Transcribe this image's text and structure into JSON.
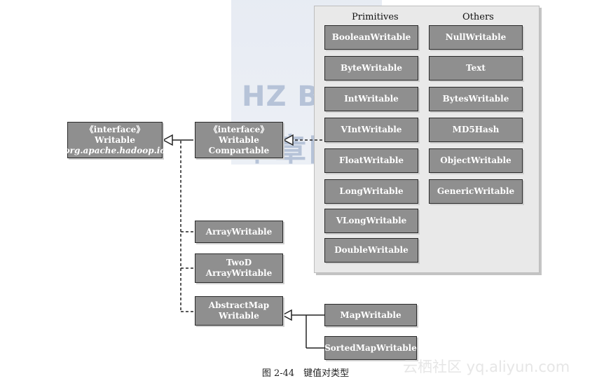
{
  "watermark": {
    "text": "HZ BOOKS",
    "cn": "华章图书"
  },
  "panel": {
    "primitives_header": "Primitives",
    "others_header": "Others"
  },
  "primitives": [
    "BooleanWritable",
    "ByteWritable",
    "IntWritable",
    "VIntWritable",
    "FloatWritable",
    "LongWritable",
    "VLongWritable",
    "DoubleWritable"
  ],
  "others": [
    "NullWritable",
    "Text",
    "BytesWritable",
    "MD5Hash",
    "ObjectWritable",
    "GenericWritable"
  ],
  "writable": {
    "stereotype": "《interface》",
    "name": "Writable",
    "package": "org.apache.hadoop.io"
  },
  "comparable": {
    "stereotype": "《interface》",
    "name": "Writable",
    "name2": "Compartable"
  },
  "array_writable": "ArrayWritable",
  "twod": {
    "line1": "TwoD",
    "line2": "ArrayWritable"
  },
  "abstract_map": {
    "line1": "AbstractMap",
    "line2": "Writable"
  },
  "map_writable": "MapWritable",
  "sorted_map_writable": "SortedMapWritable",
  "caption": "图 2-44　键值对类型",
  "corner_watermark": "云栖社区 yq.aliyun.com"
}
